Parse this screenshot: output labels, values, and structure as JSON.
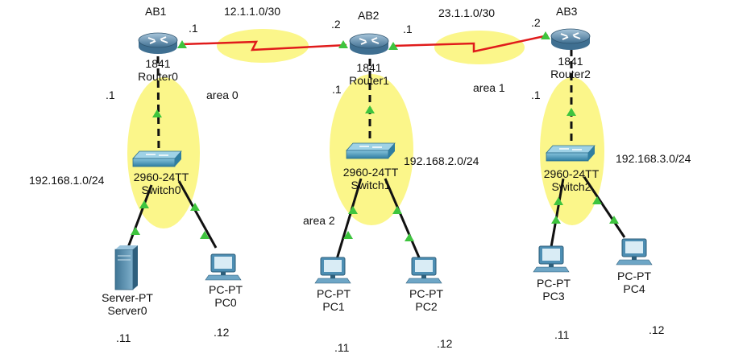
{
  "routers": [
    {
      "hostname": "AB1",
      "model": "1841",
      "name": "Router0",
      "lan_ip": ".1"
    },
    {
      "hostname": "AB2",
      "model": "1841",
      "name": "Router1",
      "lan_ip": ".1"
    },
    {
      "hostname": "AB3",
      "model": "1841",
      "name": "Router2",
      "lan_ip": ".1"
    }
  ],
  "wan_links": [
    {
      "network": "12.1.1.0/30",
      "left_ip": ".1",
      "right_ip": ".2"
    },
    {
      "network": "23.1.1.0/30",
      "left_ip": ".1",
      "right_ip": ".2"
    }
  ],
  "areas": [
    {
      "label": "area 0"
    },
    {
      "label": "area 1"
    },
    {
      "label": "area 2"
    }
  ],
  "switches": [
    {
      "model": "2960-24TT",
      "name": "Switch0",
      "network": "192.168.1.0/24"
    },
    {
      "model": "2960-24TT",
      "name": "Switch1",
      "network": "192.168.2.0/24"
    },
    {
      "model": "2960-24TT",
      "name": "Switch2",
      "network": "192.168.3.0/24"
    }
  ],
  "hosts": [
    {
      "type": "Server-PT",
      "name": "Server0",
      "ip": ".11",
      "kind": "server"
    },
    {
      "type": "PC-PT",
      "name": "PC0",
      "ip": ".12",
      "kind": "pc"
    },
    {
      "type": "PC-PT",
      "name": "PC1",
      "ip": ".11",
      "kind": "pc"
    },
    {
      "type": "PC-PT",
      "name": "PC2",
      "ip": ".12",
      "kind": "pc"
    },
    {
      "type": "PC-PT",
      "name": "PC3",
      "ip": ".11",
      "kind": "pc"
    },
    {
      "type": "PC-PT",
      "name": "PC4",
      "ip": ".12",
      "kind": "pc"
    }
  ],
  "colors": {
    "serial_link": "#e01b1b",
    "ethernet_link": "#111111",
    "link_status_up": "#3ec43e",
    "area_highlight": "#fbf68a",
    "router_body": "#5b87a6",
    "switch_body": "#3e8fb0",
    "pc_body": "#4d8eb3",
    "server_body": "#5a8fae"
  },
  "icons": {
    "router": "router-icon",
    "switch": "switch-icon",
    "pc": "pc-icon",
    "server": "server-icon"
  }
}
